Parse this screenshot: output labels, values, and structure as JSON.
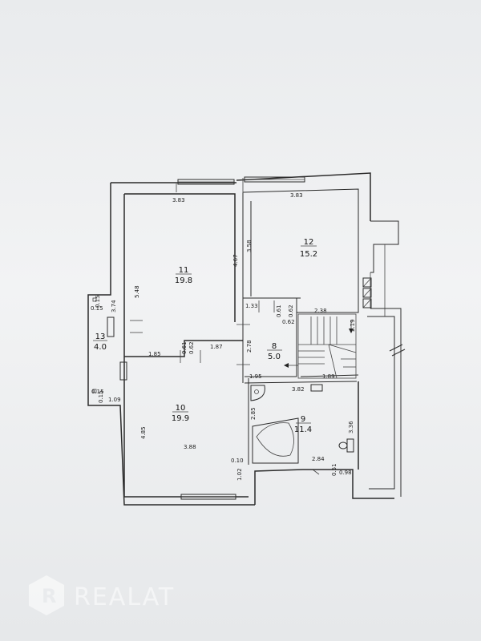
{
  "rooms": [
    {
      "number": "11",
      "area": "19.8"
    },
    {
      "number": "12",
      "area": "15.2"
    },
    {
      "number": "8",
      "area": "5.0"
    },
    {
      "number": "10",
      "area": "19.9"
    },
    {
      "number": "9",
      "area": "11.4"
    },
    {
      "number": "13",
      "area": "4.0"
    }
  ],
  "dimensions": {
    "r11_width": "3.83",
    "r12_width": "3.83",
    "r11_height": "5.48",
    "r11_inner": "4.67",
    "r12_height": "3.58",
    "r13_height": "3.74",
    "b_0_15a": "0.15",
    "b_0_15b": "0.15",
    "b_0_15c": "0.15",
    "b_0_15d": "0.15",
    "hall_1_33": "1.33",
    "hall_0_61a": "0.61",
    "hall_0_62a": "0.62",
    "hall_0_62b": "0.62",
    "stair_2_38": "2.38",
    "stair_2_19": "2.19",
    "r8_2_78": "2.78",
    "r10_top_1_85": "1.85",
    "r10_top_0_61": "0.61",
    "r10_top_0_62": "0.62",
    "r10_top_1_87": "1.87",
    "hall_1_95": "1.95",
    "hall_1_89": "1.89",
    "r9_3_82": "3.82",
    "r9_2_85": "2.85",
    "r9_3_36": "3.36",
    "r9_2_84": "2.84",
    "r9_0_51": "0.51",
    "r9_0_98": "0.98",
    "r10_4_85": "4.85",
    "r10_3_88": "3.88",
    "r10_0_10": "0.10",
    "r10_1_02": "1.02",
    "b_1_09": "1.09"
  },
  "watermark": {
    "text": "REALAT"
  }
}
